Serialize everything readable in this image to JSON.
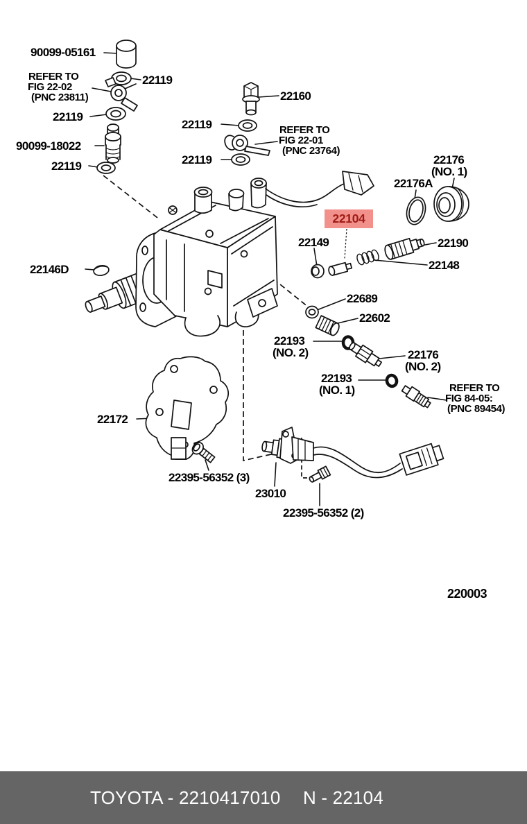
{
  "diagram_number": "220003",
  "highlighted_part": {
    "label": "22104",
    "bg": "#f2908c",
    "fg": "#9e1b14"
  },
  "colors": {
    "ink": "#111111",
    "background": "#ffffff",
    "footer_bg": "#656565",
    "footer_fg": "#ffffff"
  },
  "parts": {
    "p90099_05161": "90099-05161",
    "p22119": "22119",
    "p90099_18022": "90099-18022",
    "p22160": "22160",
    "p22176_no1_l1": "22176",
    "p22176_no1_l2": "(NO. 1)",
    "p22176a": "22176A",
    "p22149": "22149",
    "p22190": "22190",
    "p22148": "22148",
    "p22146d": "22146D",
    "p22689": "22689",
    "p22602": "22602",
    "p22193_no2_l1": "22193",
    "p22193_no2_l2": "(NO. 2)",
    "p22176_no2_l1": "22176",
    "p22176_no2_l2": "(NO. 2)",
    "p22193_no1_l1": "22193",
    "p22193_no1_l2": "(NO. 1)",
    "p22172": "22172",
    "p22395_3": "22395-56352 (3)",
    "p23010": "23010",
    "p22395_2": "22395-56352 (2)"
  },
  "references": {
    "fig2202": {
      "l1": "REFER TO",
      "l2": "FIG 22-02",
      "l3": "(PNC 23811)"
    },
    "fig2201": {
      "l1": "REFER TO",
      "l2": "FIG 22-01",
      "l3": "(PNC 23764)"
    },
    "fig8405": {
      "l1": "REFER TO",
      "l2": "FIG 84-05:",
      "l3": "(PNC 89454)"
    }
  },
  "footer": {
    "left": "TOYOTA - 2210417010",
    "right": "N - 22104"
  }
}
